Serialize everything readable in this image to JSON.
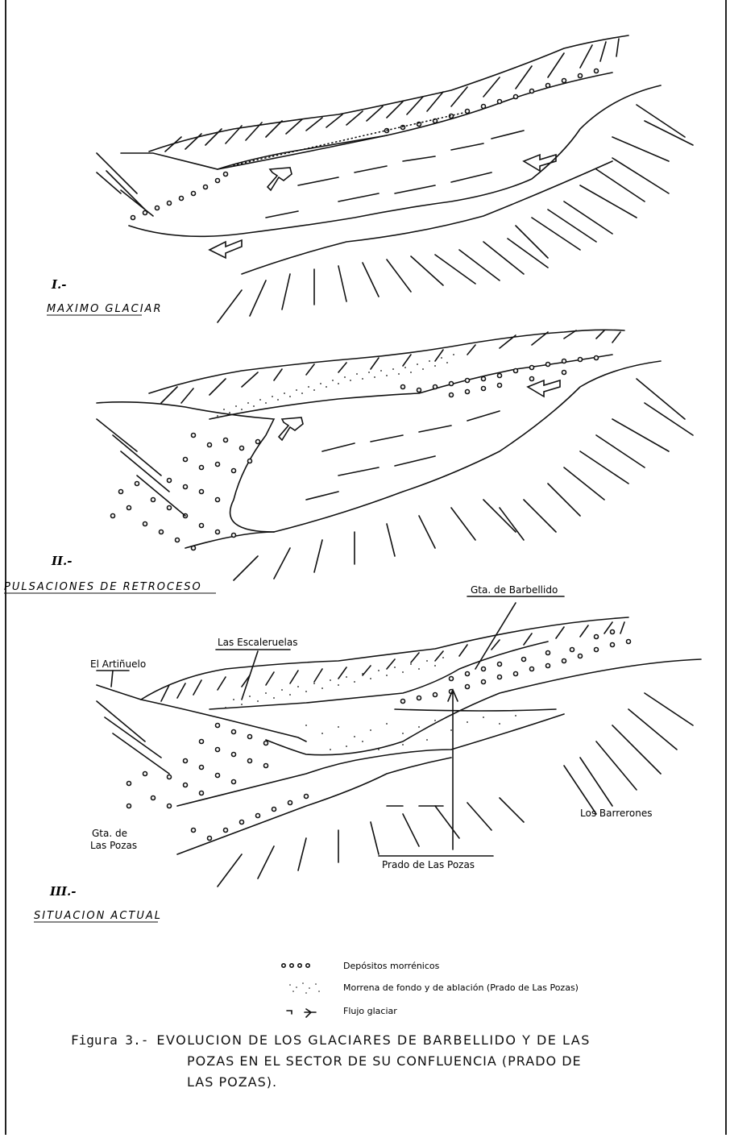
{
  "stages": [
    {
      "number": "I.-",
      "title": "MAXIMO GLACIAR"
    },
    {
      "number": "II.-",
      "title": "PULSACIONES DE RETROCESO"
    },
    {
      "number": "III.-",
      "title": "SITUACION ACTUAL"
    }
  ],
  "labels": {
    "el_artinuelo": "El Artiñuelo",
    "las_escaleruelas": "Las Escaleruelas",
    "gta_barbellido": "Gta. de Barbellido",
    "los_barrerones": "Los Barrerones",
    "gta_las_pozas_1": "Gta. de",
    "gta_las_pozas_2": "Las Pozas",
    "prado_las_pozas": "Prado de Las Pozas"
  },
  "legend": [
    {
      "symbol": "dots-icon",
      "text": "Depósitos morrénicos"
    },
    {
      "symbol": "stipple-icon",
      "text": "Morrena de fondo y de ablación (Prado de Las Pozas)"
    },
    {
      "symbol": "flow-arrow-icon",
      "text": "Flujo glaciar"
    }
  ],
  "caption": {
    "label": "Figura 3.-",
    "line1": "EVOLUCION DE LOS GLACIARES DE BARBELLIDO Y DE LAS",
    "line2": "POZAS EN EL SECTOR DE SU CONFLUENCIA (PRADO DE",
    "line3": "LAS POZAS)."
  }
}
